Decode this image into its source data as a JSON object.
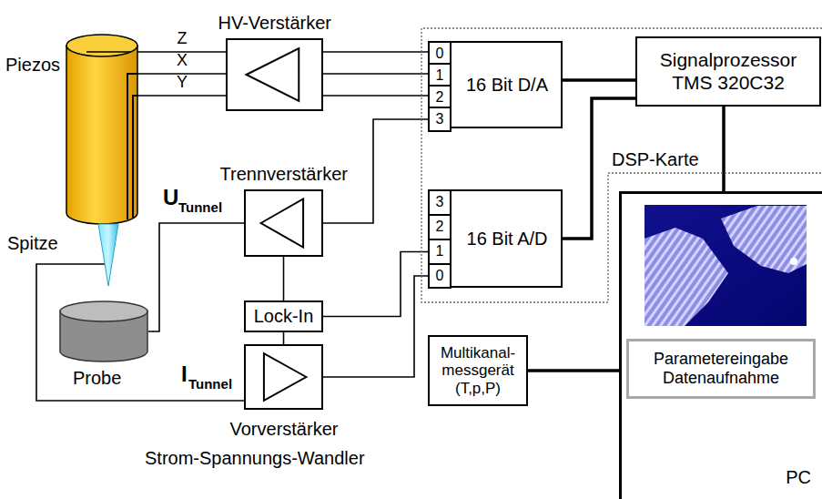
{
  "diagram": {
    "nodes": [
      {
        "text": [
          "Piezos"
        ]
      },
      {
        "text": [
          "Spitze"
        ]
      },
      {
        "text": [
          "Probe"
        ]
      },
      {
        "text": [
          "HV-Verstärker"
        ]
      },
      {
        "text": [
          "Trennverstärker"
        ]
      },
      {
        "text": [
          "Lock-In"
        ]
      },
      {
        "text": [
          "Vorverstärker",
          "Strom-Spannungs-Wandler"
        ]
      },
      {
        "text": [
          "DSP-Karte"
        ]
      },
      {
        "text": [
          "16 Bit D/A"
        ],
        "in": 7
      },
      {
        "text": [
          "0"
        ],
        "in": 8
      },
      {
        "text": [
          "1"
        ],
        "in": 8
      },
      {
        "text": [
          "2"
        ],
        "in": 8
      },
      {
        "text": [
          "3"
        ],
        "in": 8
      },
      {
        "text": [
          "Signalprozessor",
          "TMS 320C32"
        ],
        "in": 7
      },
      {
        "text": [
          "16 Bit A/D"
        ],
        "in": 7
      },
      {
        "text": [
          "3"
        ],
        "in": 14
      },
      {
        "text": [
          "2"
        ],
        "in": 14
      },
      {
        "text": [
          "1"
        ],
        "in": 14
      },
      {
        "text": [
          "0"
        ],
        "in": 14
      },
      {
        "text": [
          "Multikanal- messgerät (T,p,P)"
        ]
      },
      {
        "text": [
          "PC"
        ]
      },
      {
        "text": [
          "Parametereingabe Datenaufnahme"
        ],
        "in": 20
      }
    ],
    "edges": [
      {
        "from": 3,
        "to": 0,
        "label": "Z",
        "arrow": "none"
      },
      {
        "from": 3,
        "to": 0,
        "label": "X",
        "arrow": "none"
      },
      {
        "from": 3,
        "to": 0,
        "label": "Y",
        "arrow": "none"
      },
      {
        "from": 3,
        "to": 9,
        "arrow": "none"
      },
      {
        "from": 3,
        "to": 10,
        "arrow": "none"
      },
      {
        "from": 3,
        "to": 11,
        "arrow": "none"
      },
      {
        "from": 12,
        "to": 4,
        "arrow": "none"
      },
      {
        "from": 4,
        "to": 2,
        "arrow": "none"
      },
      {
        "from": 4,
        "to": 5,
        "arrow": "none"
      },
      {
        "from": 5,
        "to": 6,
        "arrow": "none"
      },
      {
        "from": 5,
        "to": 17,
        "arrow": "none"
      },
      {
        "from": 6,
        "to": 18,
        "arrow": "none"
      },
      {
        "from": 1,
        "to": 6,
        "arrow": "none"
      },
      {
        "from": 8,
        "to": 13,
        "arrow": "none"
      },
      {
        "from": 14,
        "to": 13,
        "arrow": "none"
      },
      {
        "from": 13,
        "to": 20,
        "arrow": "none"
      },
      {
        "from": 19,
        "to": 20,
        "arrow": "none"
      }
    ],
    "labels": [
      "U",
      "Tunnel",
      "I",
      "Tunnel"
    ]
  }
}
